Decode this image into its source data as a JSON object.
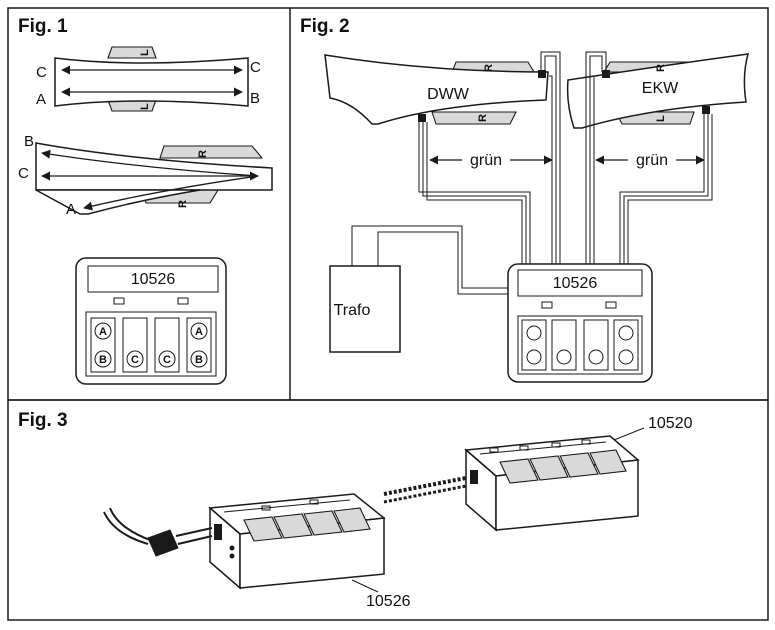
{
  "fig1": {
    "title": "Fig. 1",
    "crossing": {
      "c_left": "C",
      "c_right": "C",
      "a": "A",
      "b": "B",
      "l_top": "L",
      "l_bottom": "L"
    },
    "turnout": {
      "b": "B",
      "c": "C",
      "a": "A",
      "r_top": "R",
      "r_bottom": "R"
    },
    "device": {
      "model": "10526",
      "btn_a": "A",
      "btn_b": "B",
      "btn_c": "C"
    }
  },
  "fig2": {
    "title": "Fig. 2",
    "dww": "DWW",
    "ekw": "EKW",
    "dww_r_top": "R",
    "dww_r_bottom": "R",
    "ekw_r_top": "R",
    "ekw_l_bottom": "L",
    "gruen_left": "grün",
    "gruen_right": "grün",
    "trafo": "Trafo",
    "device_model": "10526"
  },
  "fig3": {
    "title": "Fig. 3",
    "label_right": "10520",
    "label_left": "10526"
  }
}
